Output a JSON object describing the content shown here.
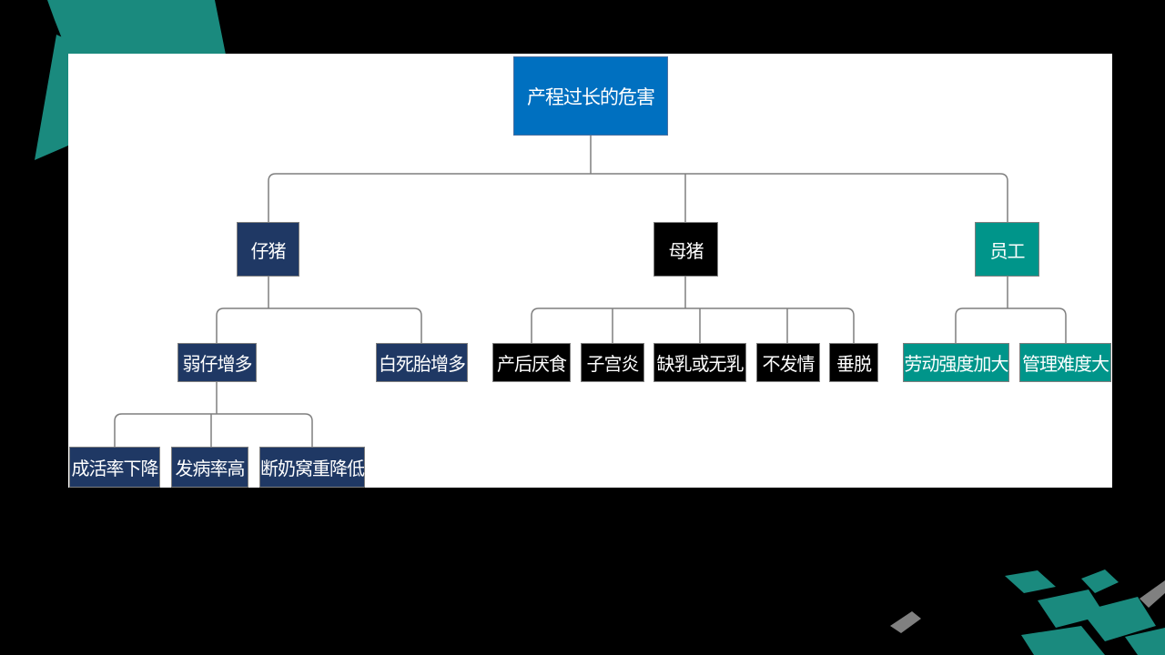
{
  "diagram": {
    "root": "产程过长的危害",
    "branches": {
      "piglet": {
        "label": "仔猪",
        "weak": {
          "label": "弱仔增多",
          "children": [
            "成活率下降",
            "发病率高",
            "断奶窝重降低"
          ]
        },
        "stillborn": "白死胎增多"
      },
      "sow": {
        "label": "母猪",
        "children": [
          "产后厌食",
          "子宫炎",
          "缺乳或无乳",
          "不发情",
          "垂脱"
        ]
      },
      "staff": {
        "label": "员工",
        "children": [
          "劳动强度加大",
          "管理难度大"
        ]
      }
    }
  },
  "colors": {
    "root": "#0070c0",
    "piglet_branch": "#1f3864",
    "sow_branch": "#000000",
    "staff_branch": "#00958a",
    "connector": "#7f7f7f",
    "decoration": "#1a8a7e"
  }
}
